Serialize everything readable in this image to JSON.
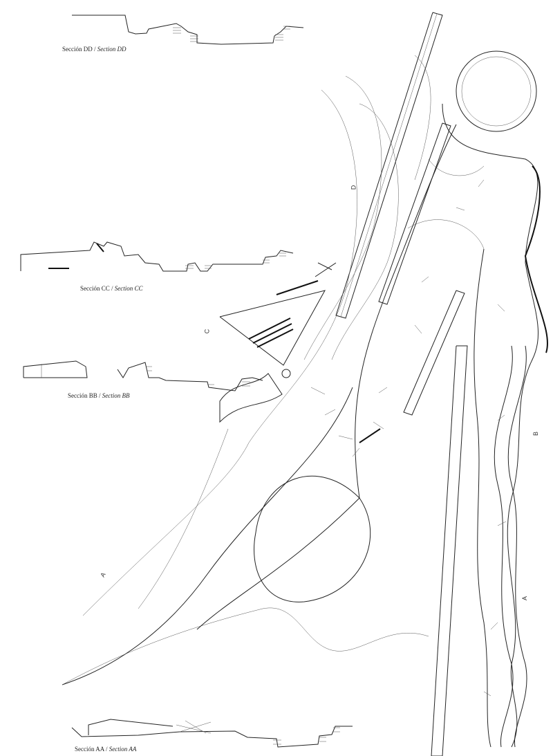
{
  "sections": [
    {
      "es": "Sección DD",
      "sep": " / ",
      "en": "Section DD"
    },
    {
      "es": "Sección CC",
      "sep": " / ",
      "en": "Section CC"
    },
    {
      "es": "Sección BB",
      "sep": " / ",
      "en": "Section BB"
    },
    {
      "es": "Sección AA",
      "sep": " / ",
      "en": "Section AA"
    }
  ],
  "markers": {
    "d": "D",
    "c": "C",
    "b": "B",
    "a1": "A",
    "a2": "A"
  }
}
